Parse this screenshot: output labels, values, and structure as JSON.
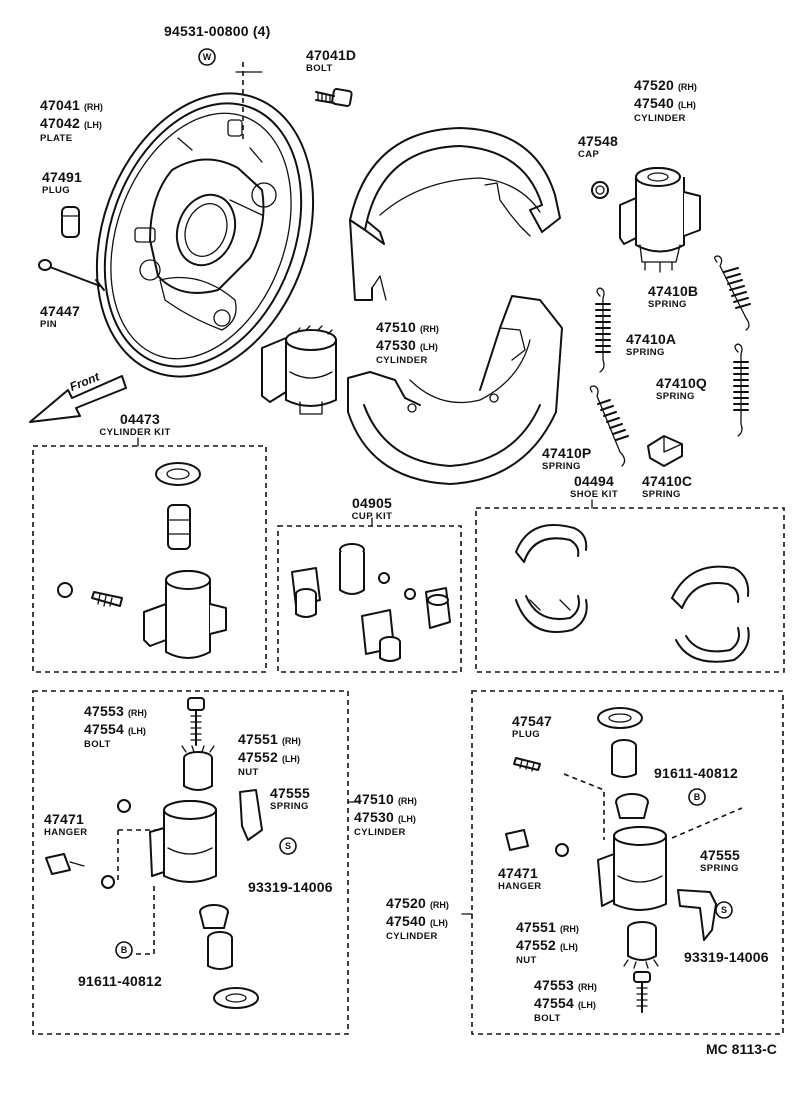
{
  "diagram_code": "MC 8113-C",
  "front_label": "Front",
  "labels": {
    "bolt_top": {
      "part": "94531-00800 (4)"
    },
    "bolt_47041d": {
      "part": "47041D",
      "name": "BOLT"
    },
    "plate": {
      "part_rh": "47041",
      "sfx_rh": "(RH)",
      "part_lh": "47042",
      "sfx_lh": "(LH)",
      "name": "PLATE"
    },
    "plug_47491": {
      "part": "47491",
      "name": "PLUG"
    },
    "pin_47447": {
      "part": "47447",
      "name": "PIN"
    },
    "cyl_top_right": {
      "part_rh": "47520",
      "sfx_rh": "(RH)",
      "part_lh": "47540",
      "sfx_lh": "(LH)",
      "name": "CYLINDER"
    },
    "cap_47548": {
      "part": "47548",
      "name": "CAP"
    },
    "spring_47410b": {
      "part": "47410B",
      "name": "SPRING"
    },
    "spring_47410a": {
      "part": "47410A",
      "name": "SPRING"
    },
    "spring_47410q": {
      "part": "47410Q",
      "name": "SPRING"
    },
    "spring_47410p": {
      "part": "47410P",
      "name": "SPRING"
    },
    "spring_47410c": {
      "part": "47410C",
      "name": "SPRING"
    },
    "cyl_mid": {
      "part_rh": "47510",
      "sfx_rh": "(RH)",
      "part_lh": "47530",
      "sfx_lh": "(LH)",
      "name": "CYLINDER"
    },
    "cylinder_kit": {
      "part": "04473",
      "name": "CYLINDER KIT"
    },
    "cup_kit": {
      "part": "04905",
      "name": "CUP KIT"
    },
    "shoe_kit": {
      "part": "04494",
      "name": "SHOE KIT"
    },
    "bl_bolt": {
      "part_rh": "47553",
      "sfx_rh": "(RH)",
      "part_lh": "47554",
      "sfx_lh": "(LH)",
      "name": "BOLT"
    },
    "bl_nut": {
      "part_rh": "47551",
      "sfx_rh": "(RH)",
      "part_lh": "47552",
      "sfx_lh": "(LH)",
      "name": "NUT"
    },
    "bl_spring": {
      "part": "47555",
      "name": "SPRING"
    },
    "bl_hanger": {
      "part": "47471",
      "name": "HANGER"
    },
    "bl_cyl": {
      "part_rh": "47510",
      "sfx_rh": "(RH)",
      "part_lh": "47530",
      "sfx_lh": "(LH)",
      "name": "CYLINDER"
    },
    "bl_93319": {
      "part": "93319-14006"
    },
    "bl_91611": {
      "part": "91611-40812"
    },
    "br_plug": {
      "part": "47547",
      "name": "PLUG"
    },
    "br_91611": {
      "part": "91611-40812"
    },
    "br_spring": {
      "part": "47555",
      "name": "SPRING"
    },
    "br_hanger": {
      "part": "47471",
      "name": "HANGER"
    },
    "br_cyl": {
      "part_rh": "47520",
      "sfx_rh": "(RH)",
      "part_lh": "47540",
      "sfx_lh": "(LH)",
      "name": "CYLINDER"
    },
    "br_nut": {
      "part_rh": "47551",
      "sfx_rh": "(RH)",
      "part_lh": "47552",
      "sfx_lh": "(LH)",
      "name": "NUT"
    },
    "br_93319": {
      "part": "93319-14006"
    },
    "br_bolt": {
      "part_rh": "47553",
      "sfx_rh": "(RH)",
      "part_lh": "47554",
      "sfx_lh": "(LH)",
      "name": "BOLT"
    }
  },
  "markers": {
    "w": "W",
    "b": "B",
    "s": "S"
  }
}
